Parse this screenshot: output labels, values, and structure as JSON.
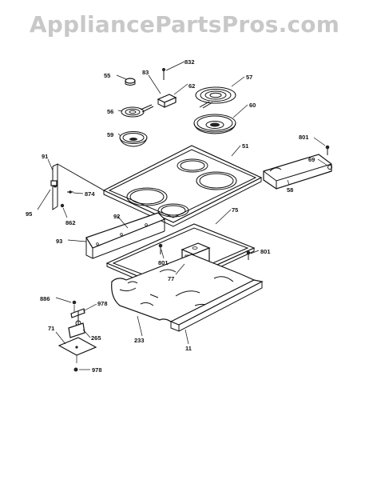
{
  "watermark": "AppliancePartsPros.com",
  "labels": {
    "p55": "55",
    "p83": "83",
    "p832": "832",
    "p62": "62",
    "p57": "57",
    "p56": "56",
    "p60": "60",
    "p59": "59",
    "p51": "51",
    "p801a": "801",
    "p69": "69",
    "p91": "91",
    "p874": "874",
    "p58": "58",
    "p95": "95",
    "p862": "862",
    "p93": "93",
    "p92": "92",
    "p75": "75",
    "p801b": "801",
    "p801c": "801",
    "p77": "77",
    "p886": "886",
    "p978a": "978",
    "p71": "71",
    "p265": "265",
    "p233": "233",
    "p11": "11",
    "p978b": "978"
  }
}
